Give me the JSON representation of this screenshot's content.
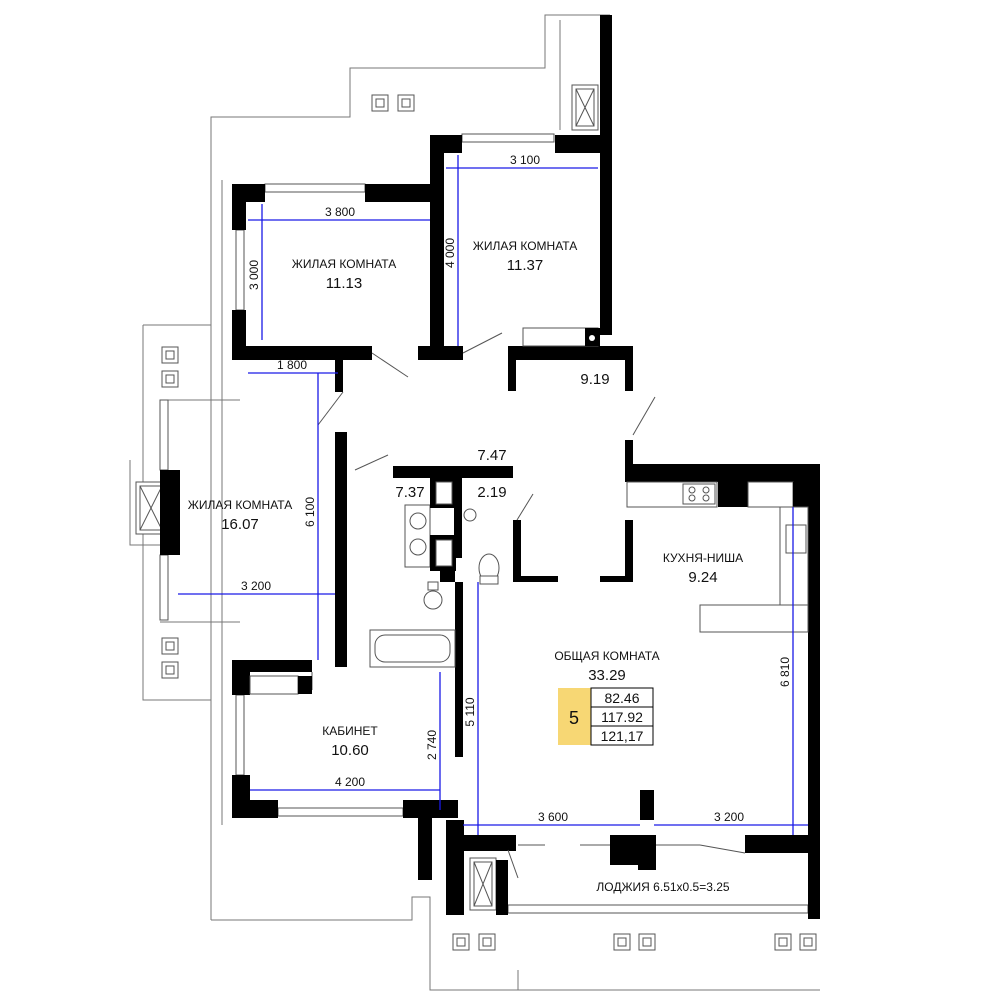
{
  "rooms": [
    {
      "id": "bedroom-1",
      "name": "ЖИЛАЯ КОМНАТА",
      "area": "11.13"
    },
    {
      "id": "bedroom-2",
      "name": "ЖИЛАЯ КОМНАТА",
      "area": "11.37"
    },
    {
      "id": "bedroom-3",
      "name": "ЖИЛАЯ КОМНАТА",
      "area": "16.07"
    },
    {
      "id": "kitchen",
      "name": "КУХНЯ-НИША",
      "area": "9.24"
    },
    {
      "id": "living",
      "name": "ОБЩАЯ КОМНАТА",
      "area": "33.29"
    },
    {
      "id": "study",
      "name": "КАБИНЕТ",
      "area": "10.60"
    }
  ],
  "small_areas": {
    "hall": "9.19",
    "corridor": "7.47",
    "bathroom": "7.37",
    "wc": "2.19"
  },
  "dimensions": {
    "bedroom1_width": "3 800",
    "bedroom1_depth": "3 000",
    "bedroom2_width": "3 100",
    "bedroom2_depth": "4 000",
    "bedroom3_top": "1 800",
    "bedroom3_width": "3 200",
    "bedroom3_depth": "6 100",
    "study_width": "4 200",
    "study_depth": "2 740",
    "living_depth": "5 110",
    "kitchen_depth": "6 810",
    "living_width_left": "3 600",
    "living_width_right": "3 200"
  },
  "loggia": "ЛОДЖИЯ 6.51х0.5=3.25",
  "summary": {
    "room_count": "5",
    "living_area": "82.46",
    "total_area": "117.92",
    "total_with_loggia": "121,17"
  },
  "colors": {
    "walls": "#000000",
    "dimension_lines": "#1a1ae6",
    "badge": "#f7d774"
  }
}
